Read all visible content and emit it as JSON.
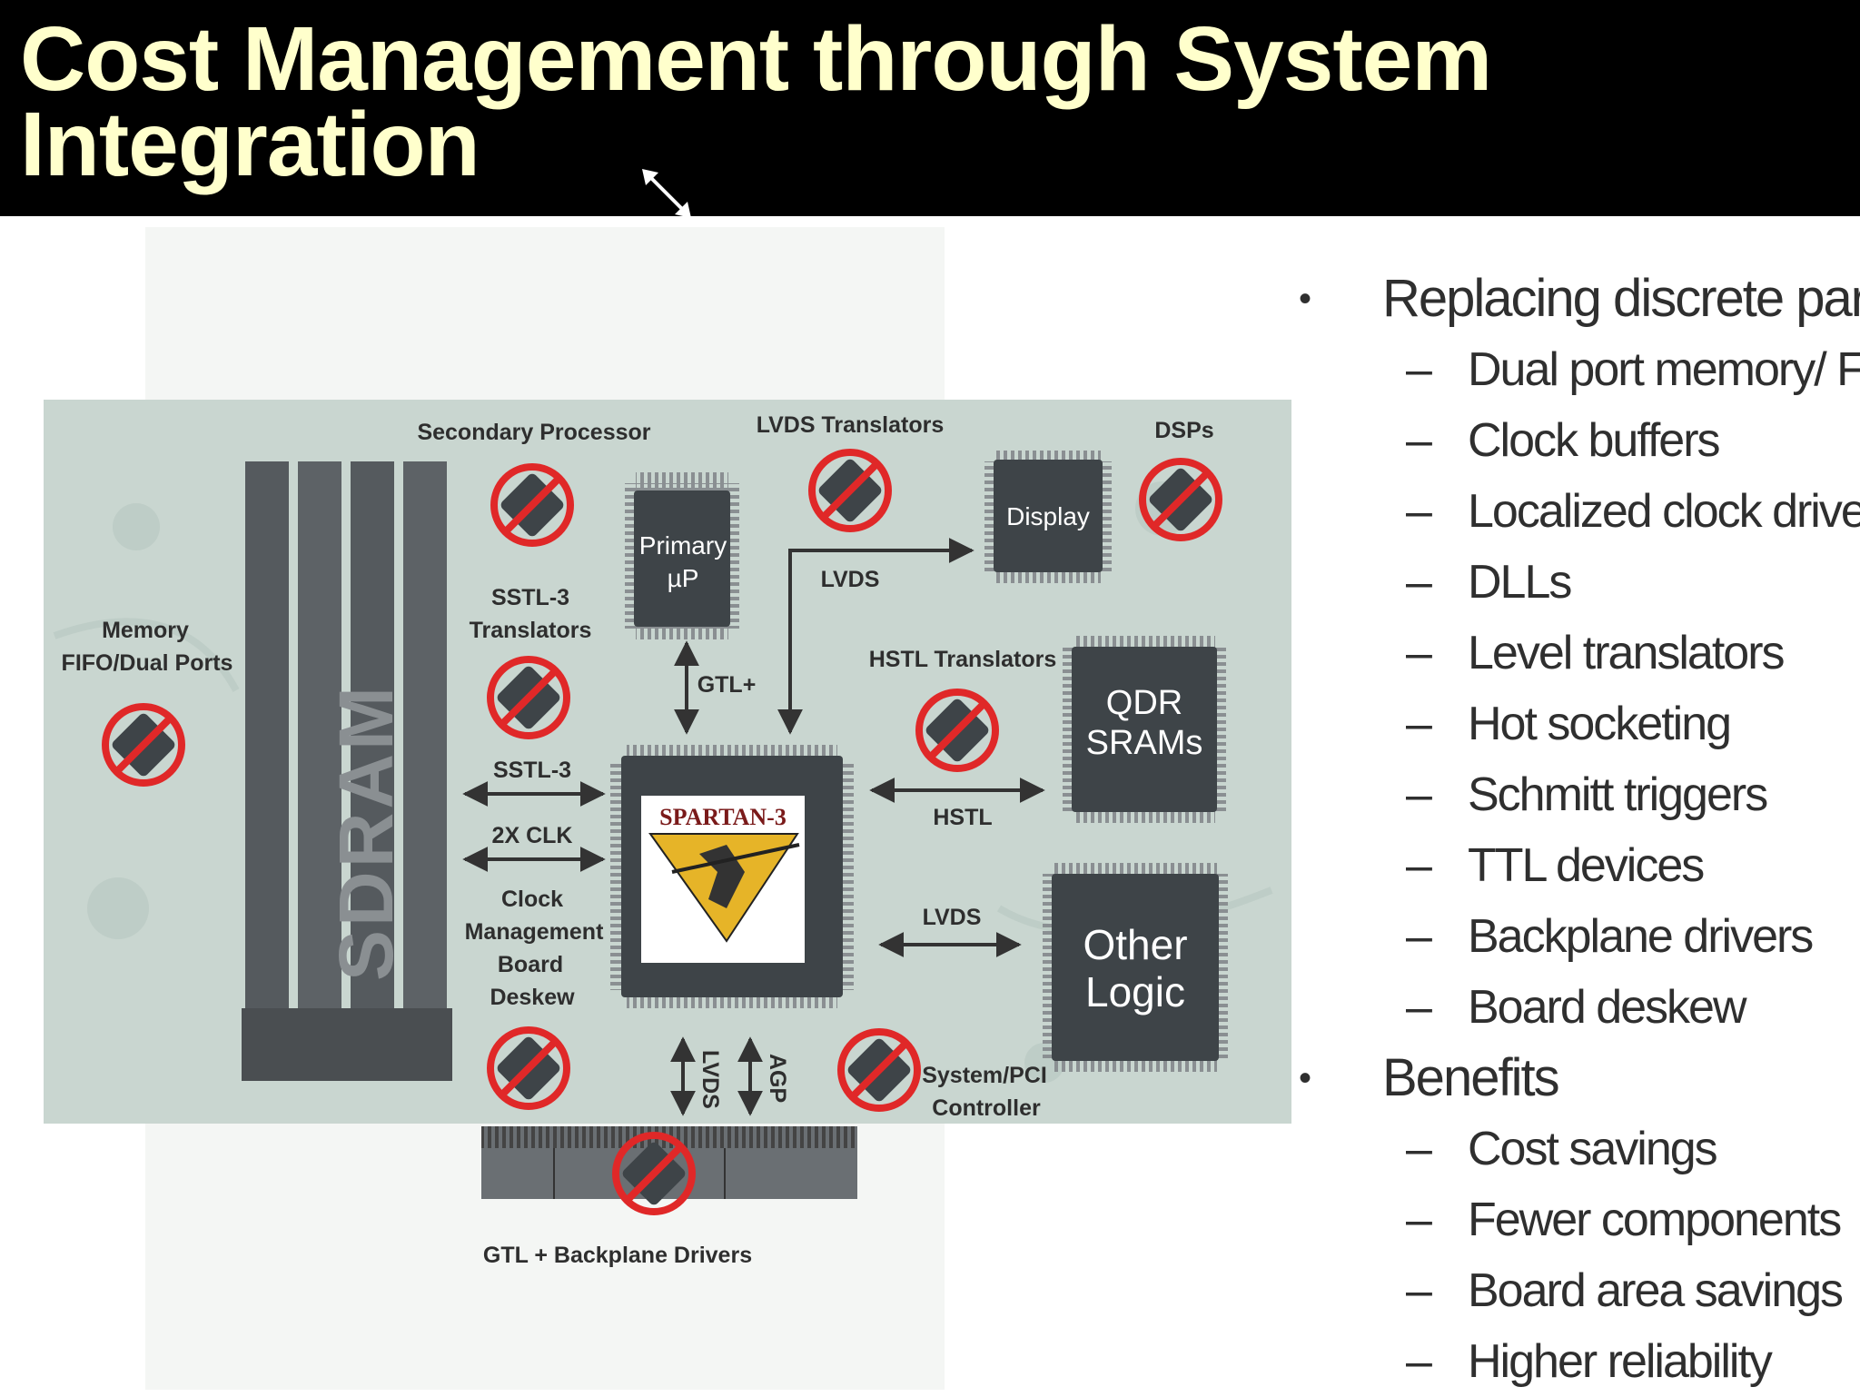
{
  "slide": {
    "title": "Cost Management through System Integration"
  },
  "diagram": {
    "labels": {
      "secondary_processor": "Secondary Processor",
      "lvds_translators": "LVDS Translators",
      "dsps": "DSPs",
      "primary_up": [
        "Primary",
        "µP"
      ],
      "display": "Display",
      "lvds_top": "LVDS",
      "sstl3_translators": [
        "SSTL-3",
        "Translators"
      ],
      "memory_fifo": [
        "Memory",
        "FIFO/Dual Ports"
      ],
      "gtl_plus": "GTL+",
      "hstl_translators": "HSTL Translators",
      "qdr_srams": [
        "QDR",
        "SRAMs"
      ],
      "sdram": "SDRAM",
      "sstl3": "SSTL-3",
      "clk_2x": "2X CLK",
      "clock_mgmt": [
        "Clock",
        "Management",
        "Board",
        "Deskew"
      ],
      "spartan": "SPARTAN-3",
      "hstl": "HSTL",
      "lvds_mid": "LVDS",
      "other_logic": [
        "Other",
        "Logic"
      ],
      "lvds_vertical": "LVDS",
      "agp": "AGP",
      "system_pci": [
        "System/PCI",
        "Controller"
      ],
      "backplane": "GTL + Backplane Drivers"
    }
  },
  "bullets": [
    {
      "text": "Replacing discrete parts",
      "children": [
        "Dual port memory/ FIFO",
        "Clock buffers",
        "Localized clock drivers",
        "DLLs",
        "Level translators",
        "Hot socketing",
        "Schmitt triggers",
        "TTL devices",
        "Backplane drivers",
        "Board deskew"
      ]
    },
    {
      "text": "Benefits",
      "children": [
        "Cost savings",
        "Fewer components",
        "Board area savings",
        "Higher reliability"
      ]
    }
  ],
  "colors": {
    "title_bg": "#000000",
    "title_text": "#ffffcc",
    "prohibit_red": "#e02828",
    "chip_gray": "#3e4448"
  }
}
